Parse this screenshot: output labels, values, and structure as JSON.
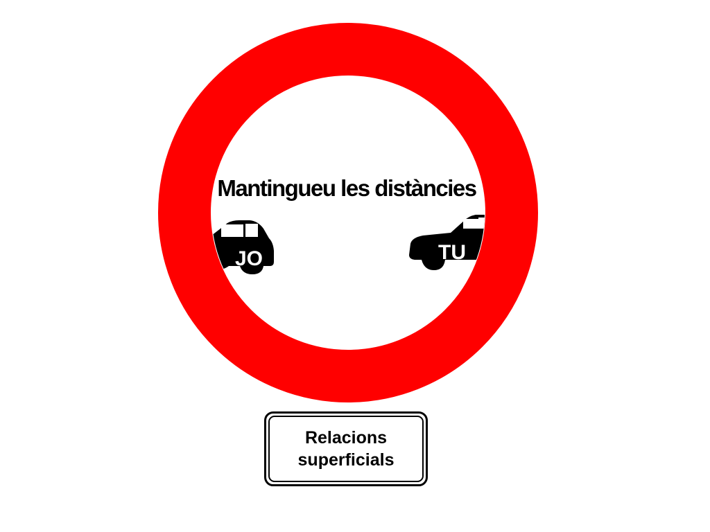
{
  "sign": {
    "title": "Mantingueu les distàncies",
    "ring_color": "#ff0000",
    "left_car": {
      "label": "JO",
      "icon": "car-icon"
    },
    "right_car": {
      "label": "TU",
      "icon": "car-icon"
    }
  },
  "plate": {
    "line1": "Relacions",
    "line2": "superficials"
  }
}
